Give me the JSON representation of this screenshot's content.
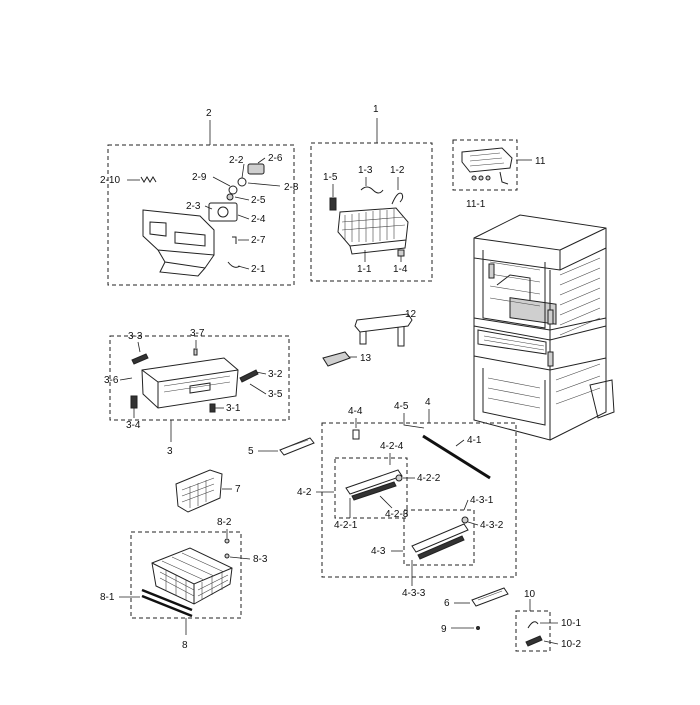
{
  "callouts": {
    "c1": "1",
    "c1_1": "1-1",
    "c1_2": "1-2",
    "c1_3": "1-3",
    "c1_4": "1-4",
    "c1_5": "1-5",
    "c2": "2",
    "c2_1": "2-1",
    "c2_2": "2-2",
    "c2_3": "2-3",
    "c2_4": "2-4",
    "c2_5": "2-5",
    "c2_6": "2-6",
    "c2_7": "2-7",
    "c2_8": "2-8",
    "c2_9": "2-9",
    "c2_10": "2-10",
    "c3": "3",
    "c3_1": "3-1",
    "c3_2": "3-2",
    "c3_3": "3-3",
    "c3_4": "3-4",
    "c3_5": "3-5",
    "c3_6": "3-6",
    "c3_7": "3-7",
    "c4": "4",
    "c4_1": "4-1",
    "c4_2": "4-2",
    "c4_2_1": "4-2-1",
    "c4_2_2": "4-2-2",
    "c4_2_3": "4-2-3",
    "c4_2_4": "4-2-4",
    "c4_3": "4-3",
    "c4_3_1": "4-3-1",
    "c4_3_2": "4-3-2",
    "c4_3_3": "4-3-3",
    "c4_4": "4-4",
    "c4_5": "4-5",
    "c5": "5",
    "c6": "6",
    "c7": "7",
    "c8": "8",
    "c8_1": "8-1",
    "c8_2": "8-2",
    "c8_3": "8-3",
    "c9": "9",
    "c10": "10",
    "c10_1": "10-1",
    "c10_2": "10-2",
    "c11": "11",
    "c11_1": "11-1",
    "c12": "12",
    "c13": "13"
  }
}
